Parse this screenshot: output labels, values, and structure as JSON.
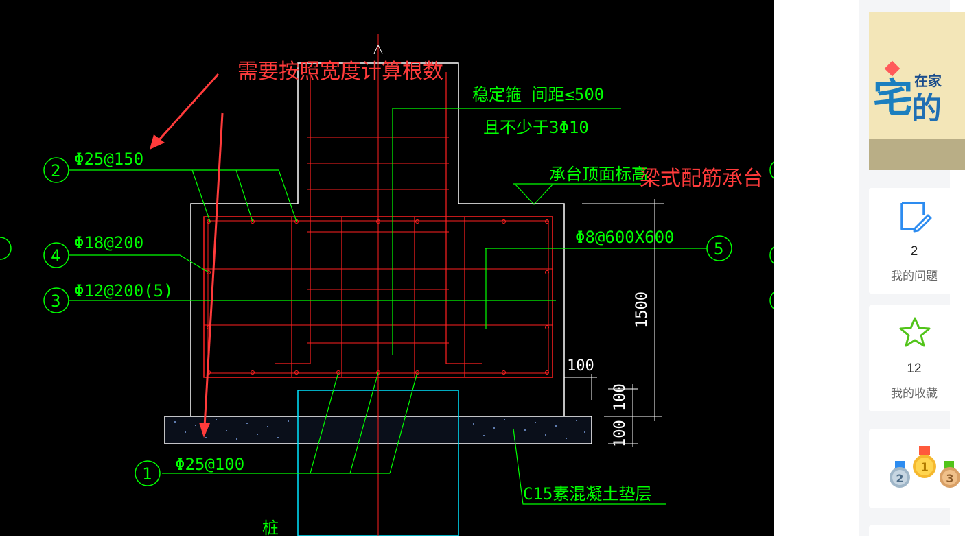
{
  "drawing": {
    "annotation_top": "需要按照宽度计算根数",
    "annotation_right": "梁式配筋承台",
    "rebar_1": "Φ25@100",
    "rebar_2": "Φ25@150",
    "rebar_3": "Φ12@200(5)",
    "rebar_4": "Φ18@200",
    "rebar_5": "Φ8@600X600",
    "circle_1": "1",
    "circle_2": "2",
    "circle_3": "3",
    "circle_4": "4",
    "circle_5": "5",
    "stirrup_note_1": "稳定箍 间距≤500",
    "stirrup_note_2": "且不少于3Φ10",
    "top_elevation": "承台顶面标高",
    "dim_1500": "1500",
    "dim_100": "100",
    "dim_100_100": "100 100",
    "cushion_note": "C15素混凝土垫层",
    "pile_label": "桩",
    "colors": {
      "background": "#000000",
      "rebar": "#ff0000",
      "annotation_line": "#00ff00",
      "outline": "#ffffff",
      "pile": "#00e5ff",
      "annotation_text": "#ff3b3b"
    }
  },
  "sidebar": {
    "banner_text_1": "宅",
    "banner_text_2": "在家",
    "banner_text_3": "的",
    "my_questions": {
      "count": "2",
      "label": "我的问题",
      "icon": "edit-note-icon"
    },
    "my_favorites": {
      "count": "12",
      "label": "我的收藏",
      "icon": "star-icon"
    },
    "medals": {
      "icon": "medal-ranking-icon",
      "medal_1": "1",
      "medal_2": "2",
      "medal_3": "3"
    }
  }
}
